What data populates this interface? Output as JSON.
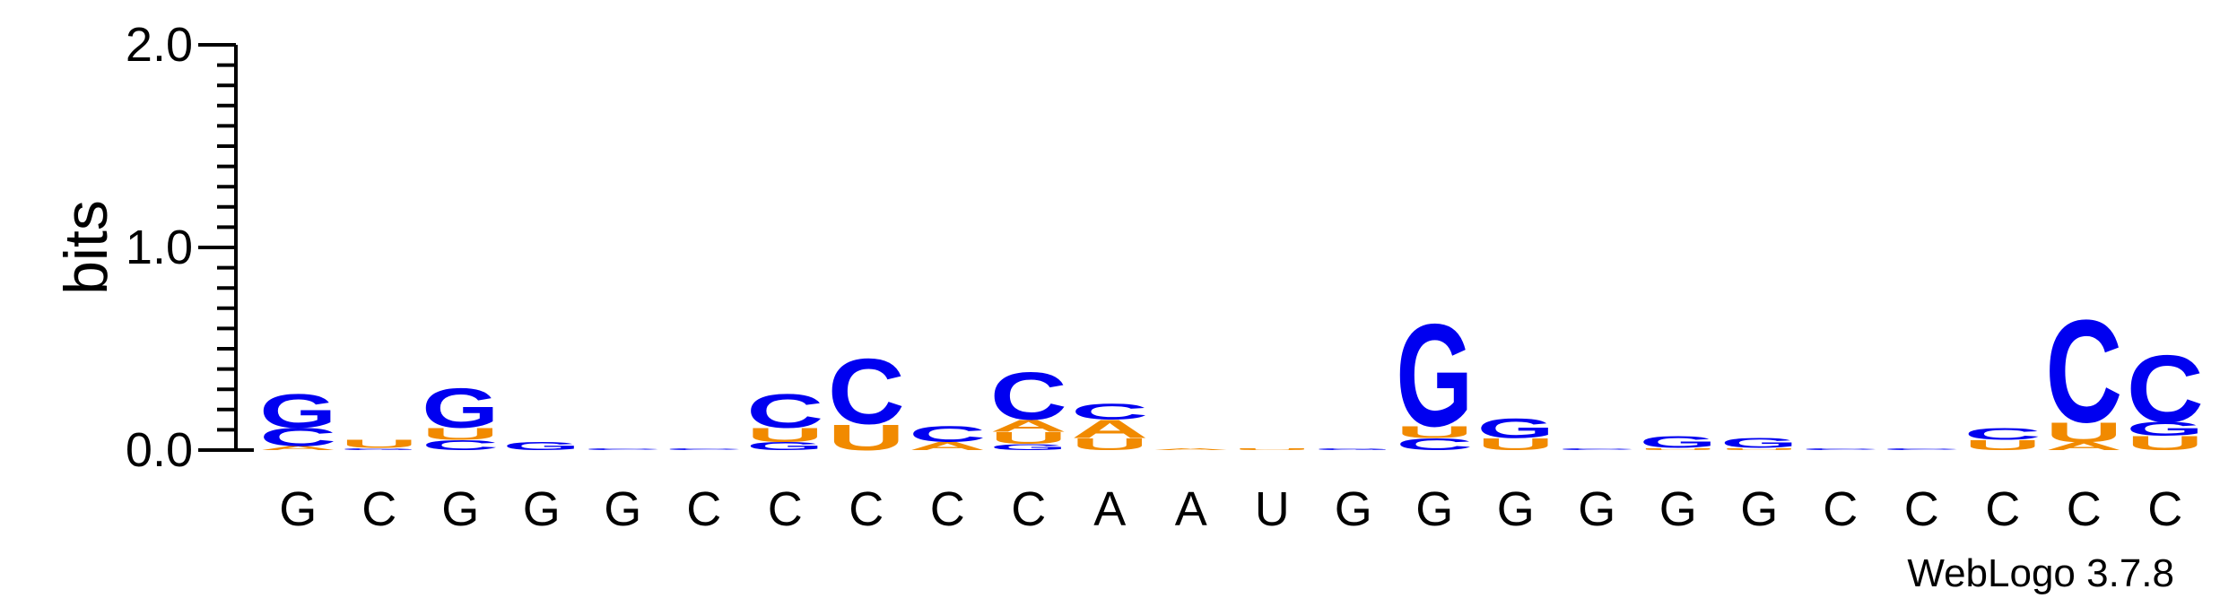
{
  "chart_data": {
    "type": "sequence-logo",
    "ylabel": "bits",
    "ylim": [
      0,
      2.0
    ],
    "yticks": [
      {
        "value": 0,
        "label": "0.0"
      },
      {
        "value": 1,
        "label": "1.0"
      },
      {
        "value": 2,
        "label": "2.0"
      }
    ],
    "minor_tick_step": 0.1,
    "colors": {
      "G": "#0000f0",
      "C": "#0000f0",
      "U": "#f18a00",
      "A": "#f18a00"
    },
    "categories": [
      "G",
      "C",
      "G",
      "G",
      "G",
      "C",
      "C",
      "C",
      "C",
      "C",
      "A",
      "A",
      "U",
      "G",
      "G",
      "G",
      "G",
      "G",
      "G",
      "C",
      "C",
      "C",
      "C",
      "C"
    ],
    "positions": [
      [
        {
          "letter": "A",
          "bits": 0.02
        },
        {
          "letter": "C",
          "bits": 0.09
        },
        {
          "letter": "G",
          "bits": 0.17
        }
      ],
      [
        {
          "letter": "G",
          "bits": 0.01
        },
        {
          "letter": "U",
          "bits": 0.04
        }
      ],
      [
        {
          "letter": "C",
          "bits": 0.05
        },
        {
          "letter": "U",
          "bits": 0.06
        },
        {
          "letter": "G",
          "bits": 0.2
        }
      ],
      [
        {
          "letter": "G",
          "bits": 0.04
        }
      ],
      [
        {
          "letter": "C",
          "bits": 0.01
        }
      ],
      [
        {
          "letter": "C",
          "bits": 0.01
        }
      ],
      [
        {
          "letter": "G",
          "bits": 0.04
        },
        {
          "letter": "U",
          "bits": 0.07
        },
        {
          "letter": "C",
          "bits": 0.17
        }
      ],
      [
        {
          "letter": "U",
          "bits": 0.13
        },
        {
          "letter": "C",
          "bits": 0.33
        }
      ],
      [
        {
          "letter": "A",
          "bits": 0.04
        },
        {
          "letter": "C",
          "bits": 0.08
        }
      ],
      [
        {
          "letter": "G",
          "bits": 0.03
        },
        {
          "letter": "U",
          "bits": 0.06
        },
        {
          "letter": "A",
          "bits": 0.06
        },
        {
          "letter": "C",
          "bits": 0.24
        }
      ],
      [
        {
          "letter": "U",
          "bits": 0.06
        },
        {
          "letter": "A",
          "bits": 0.09
        },
        {
          "letter": "C",
          "bits": 0.08
        }
      ],
      [
        {
          "letter": "A",
          "bits": 0.01
        }
      ],
      [
        {
          "letter": "U",
          "bits": 0.01
        }
      ],
      [
        {
          "letter": "G",
          "bits": 0.01
        }
      ],
      [
        {
          "letter": "C",
          "bits": 0.06
        },
        {
          "letter": "U",
          "bits": 0.06
        },
        {
          "letter": "G",
          "bits": 0.52
        }
      ],
      [
        {
          "letter": "U",
          "bits": 0.06
        },
        {
          "letter": "G",
          "bits": 0.1
        }
      ],
      [
        {
          "letter": "C",
          "bits": 0.01
        }
      ],
      [
        {
          "letter": "U",
          "bits": 0.01
        },
        {
          "letter": "G",
          "bits": 0.06
        }
      ],
      [
        {
          "letter": "U",
          "bits": 0.01
        },
        {
          "letter": "G",
          "bits": 0.05
        }
      ],
      [
        {
          "letter": "C",
          "bits": 0.01
        }
      ],
      [
        {
          "letter": "C",
          "bits": 0.01
        }
      ],
      [
        {
          "letter": "U",
          "bits": 0.05
        },
        {
          "letter": "C",
          "bits": 0.06
        }
      ],
      [
        {
          "letter": "A",
          "bits": 0.04
        },
        {
          "letter": "U",
          "bits": 0.1
        },
        {
          "letter": "C",
          "bits": 0.52
        }
      ],
      [
        {
          "letter": "U",
          "bits": 0.07
        },
        {
          "letter": "G",
          "bits": 0.07
        },
        {
          "letter": "C",
          "bits": 0.34
        }
      ]
    ]
  },
  "footer": "WebLogo 3.7.8"
}
